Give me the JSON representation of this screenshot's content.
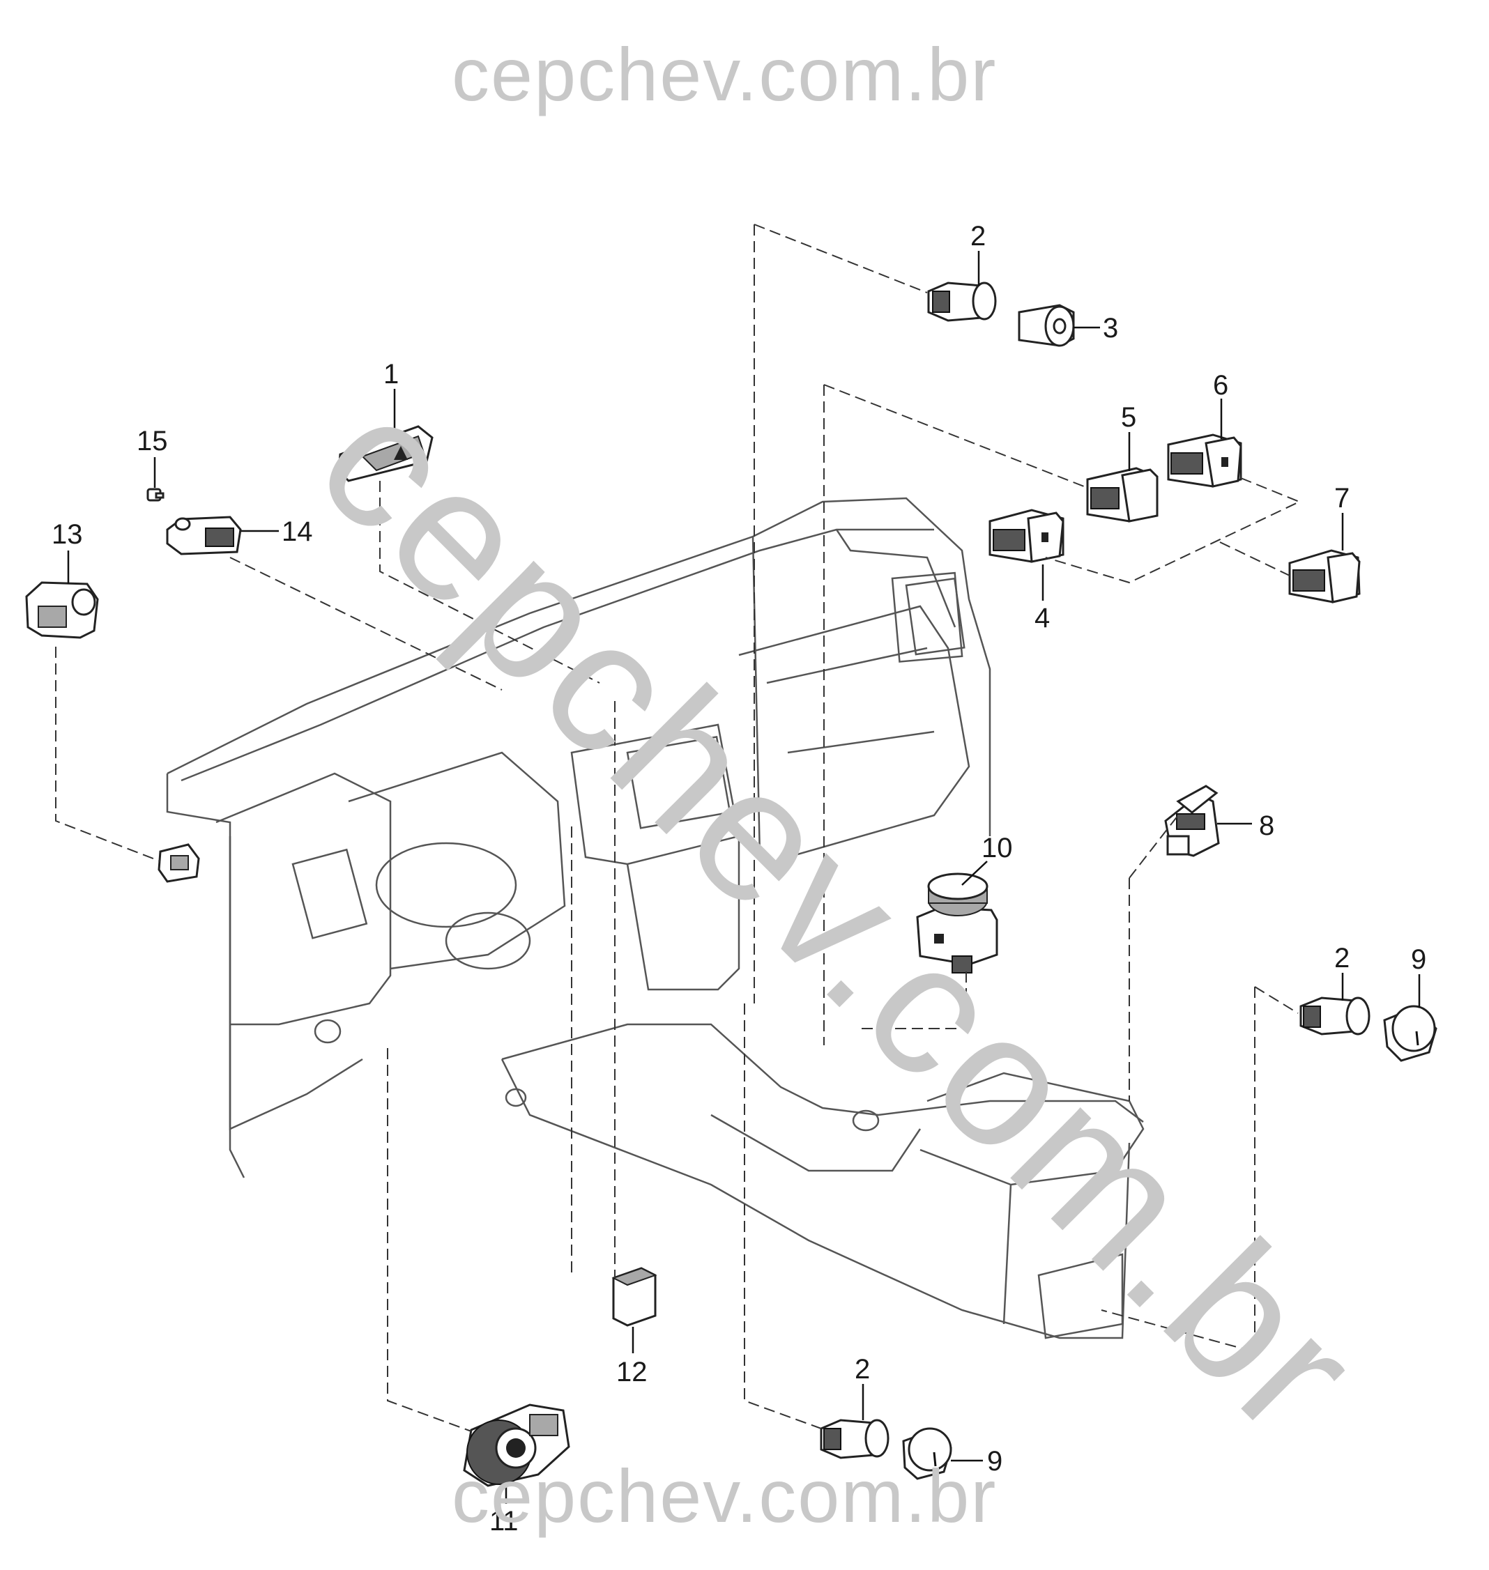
{
  "watermark": {
    "top": "cepchev.com.br",
    "diagonal": "cepchev.com.br",
    "bottom": "cepchev.com.br"
  },
  "callouts": [
    {
      "id": "1",
      "label": "1"
    },
    {
      "id": "2a",
      "label": "2"
    },
    {
      "id": "3",
      "label": "3"
    },
    {
      "id": "4",
      "label": "4"
    },
    {
      "id": "5",
      "label": "5"
    },
    {
      "id": "6",
      "label": "6"
    },
    {
      "id": "7",
      "label": "7"
    },
    {
      "id": "8",
      "label": "8"
    },
    {
      "id": "2b",
      "label": "2"
    },
    {
      "id": "9a",
      "label": "9"
    },
    {
      "id": "10",
      "label": "10"
    },
    {
      "id": "11",
      "label": "11"
    },
    {
      "id": "12",
      "label": "12"
    },
    {
      "id": "13",
      "label": "13"
    },
    {
      "id": "14",
      "label": "14"
    },
    {
      "id": "15",
      "label": "15"
    },
    {
      "id": "2c",
      "label": "2"
    },
    {
      "id": "9b",
      "label": "9"
    }
  ]
}
